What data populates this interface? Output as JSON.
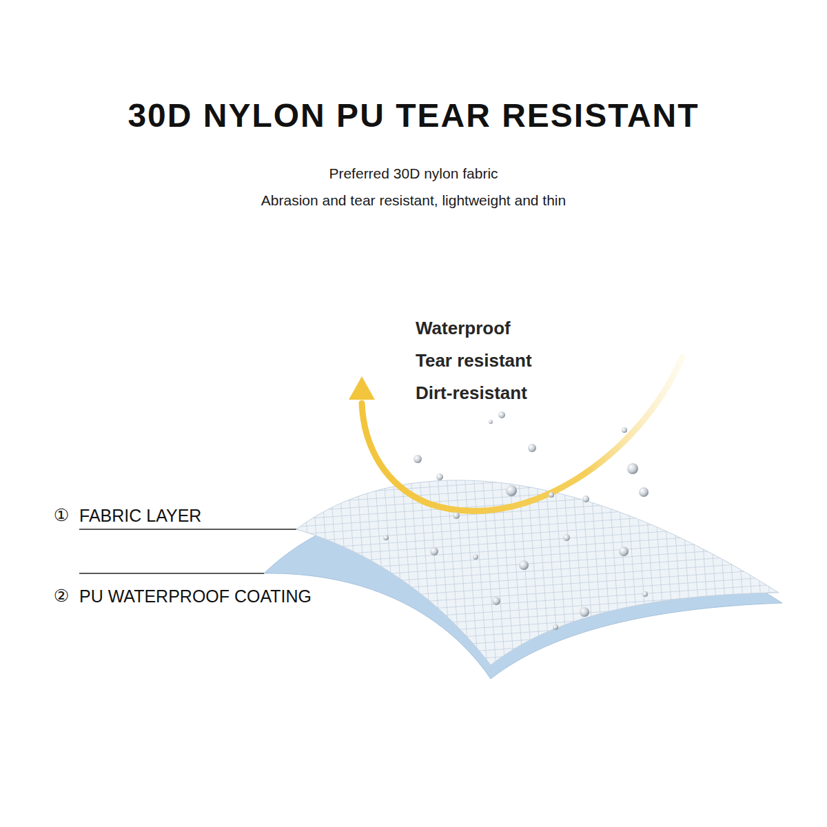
{
  "diagram": {
    "title": "30D NYLON PU TEAR RESISTANT",
    "labels": [
      "Preferred 30D nylon fabric",
      "Abrasion and tear resistant, lightweight and thin",
      "Waterproof",
      "Tear resistant",
      "Dirt-resistant",
      "①",
      "FABRIC LAYER",
      "②",
      "PU WATERPROOF COATING"
    ]
  }
}
